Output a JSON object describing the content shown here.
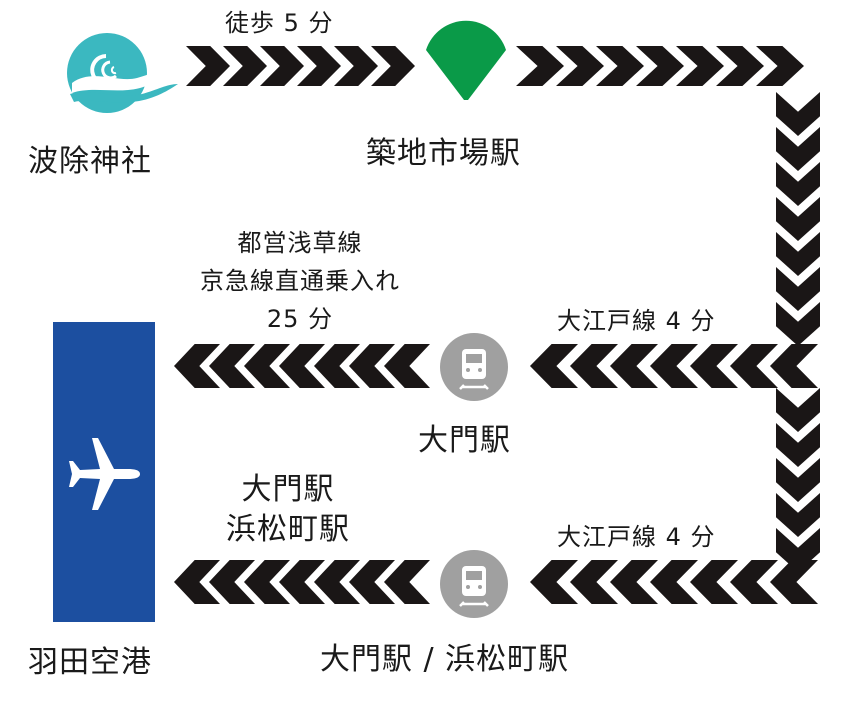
{
  "places": {
    "shrine": "波除神社",
    "tsukiji": "築地市場駅",
    "daimon": "大門駅",
    "daimon_hamamatsucho": "大門駅 / 浜松町駅",
    "haneda": "羽田空港"
  },
  "routes": {
    "walk": "徒歩 5 分",
    "oedo_1": "大江戸線 4 分",
    "oedo_2": "大江戸線 4 分",
    "asakusa_line1": "都営浅草線",
    "asakusa_line2": "京急線直通乗入れ",
    "asakusa_line3": "25 分",
    "monorail_line1": "大門駅",
    "monorail_line2": "浜松町駅"
  },
  "colors": {
    "shrine_logo": "#3bb8c0",
    "toei_logo": "#0a9a48",
    "train_icon": "#a0a0a0",
    "airport_panel": "#1c4fa0",
    "arrow": "#1a1616"
  }
}
